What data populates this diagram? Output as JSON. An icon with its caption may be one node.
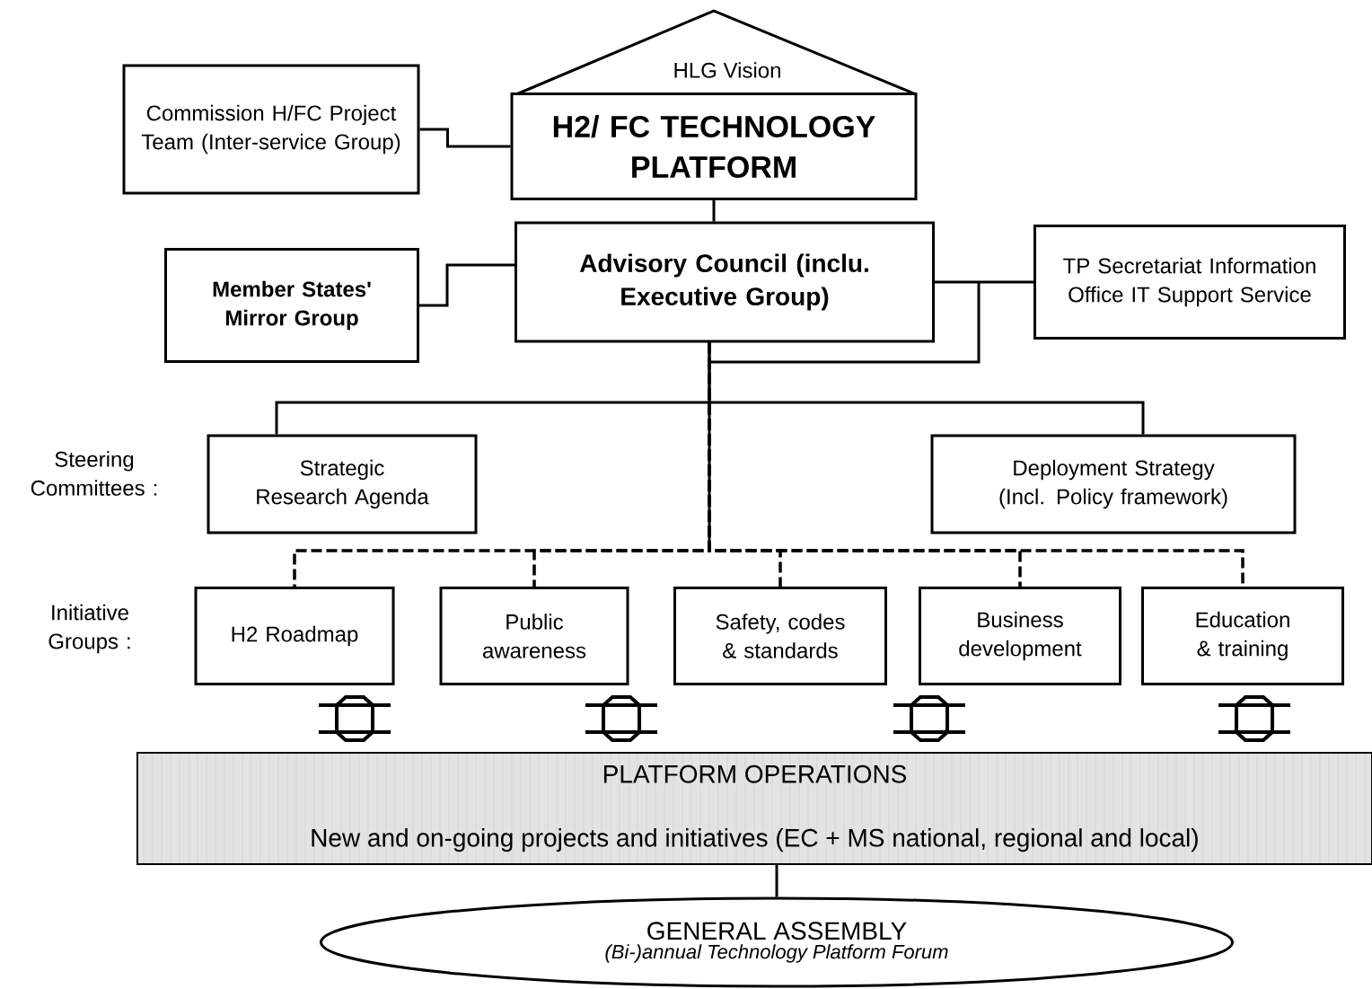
{
  "diagram": {
    "nodes": [
      {
        "text": [
          "HLG Vision"
        ]
      },
      {
        "text": [
          "H2/ FC TECHNOLOGY PLATFORM"
        ]
      },
      {
        "text": [
          "Commission H/FC Project Team (Inter-service Group)"
        ]
      },
      {
        "text": [
          "Advisory Council (inclu. Executive Group)"
        ]
      },
      {
        "text": [
          "Member States' Mirror Group"
        ]
      },
      {
        "text": [
          "TP Secretariat Information Office IT Support Service"
        ]
      },
      {
        "text": [
          "Strategic Research Agenda"
        ]
      },
      {
        "text": [
          "Deployment Strategy (Incl. Policy framework)"
        ]
      },
      {
        "text": [
          "H2 Roadmap"
        ]
      },
      {
        "text": [
          "Public awareness"
        ]
      },
      {
        "text": [
          "Safety, codes & standards"
        ]
      },
      {
        "text": [
          "Business development"
        ]
      },
      {
        "text": [
          "Education & training"
        ]
      },
      {
        "text": [],
        "shape": "arrow"
      },
      {
        "text": [],
        "shape": "arrow"
      },
      {
        "text": [],
        "shape": "arrow"
      },
      {
        "text": [],
        "shape": "arrow"
      },
      {
        "text": [
          "PLATFORM OPERATIONS",
          "New and on-going projects and initiatives (EC + MS national, regional and local)"
        ]
      },
      {
        "text": [
          "GENERAL ASSEMBLY",
          "(Bi-)annual Technology Platform Forum"
        ]
      }
    ],
    "edges": [
      {
        "from": 2,
        "to": 1,
        "arrow": "none"
      },
      {
        "from": 1,
        "to": 3,
        "arrow": "none"
      },
      {
        "from": 4,
        "to": 3,
        "arrow": "none"
      },
      {
        "from": 3,
        "to": 5,
        "arrow": "none"
      },
      {
        "from": 3,
        "to": 6,
        "arrow": "none"
      },
      {
        "from": 3,
        "to": 7,
        "arrow": "none"
      },
      {
        "from": 3,
        "to": 8,
        "arrow": "none",
        "style": "dashed"
      },
      {
        "from": 3,
        "to": 9,
        "arrow": "none",
        "style": "dashed"
      },
      {
        "from": 3,
        "to": 10,
        "arrow": "none",
        "style": "dashed"
      },
      {
        "from": 3,
        "to": 11,
        "arrow": "none",
        "style": "dashed"
      },
      {
        "from": 3,
        "to": 12,
        "arrow": "none",
        "style": "dashed"
      },
      {
        "from": 17,
        "to": 18,
        "arrow": "none"
      }
    ],
    "labels": [
      "Steering Committees :",
      "Initiative Groups :"
    ]
  }
}
